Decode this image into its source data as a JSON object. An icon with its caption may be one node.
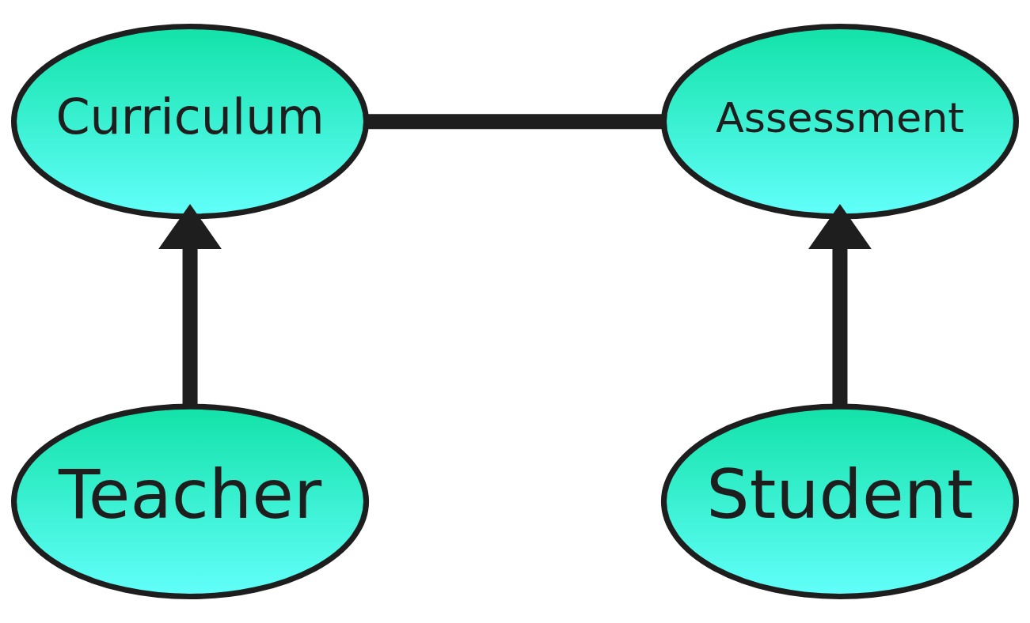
{
  "diagram": {
    "nodes": [
      {
        "text": [
          "Curriculum"
        ]
      },
      {
        "text": [
          "Assessment"
        ]
      },
      {
        "text": [
          "Teacher"
        ]
      },
      {
        "text": [
          "Student"
        ]
      }
    ],
    "edges": [
      {
        "from": 0,
        "to": 1,
        "arrow": "none"
      },
      {
        "from": 2,
        "to": 0,
        "arrow": "to"
      },
      {
        "from": 3,
        "to": 1,
        "arrow": "to"
      }
    ]
  }
}
